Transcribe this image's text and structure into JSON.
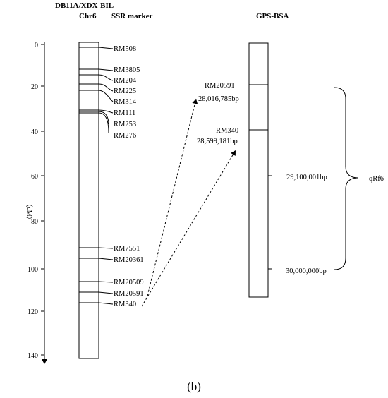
{
  "headers": {
    "population": "DB11A/XDX-BIL",
    "chromosome": "Chr6",
    "marker_col": "SSR marker",
    "gpsbsa": "GPS-BSA"
  },
  "axis": {
    "label": "（cM）",
    "ticks": [
      "0",
      "20",
      "40",
      "60",
      "80",
      "100",
      "120",
      "140"
    ]
  },
  "ssr_markers": [
    {
      "name": "RM508"
    },
    {
      "name": "RM3805"
    },
    {
      "name": "RM204"
    },
    {
      "name": "RM225"
    },
    {
      "name": "RM314"
    },
    {
      "name": "RM111"
    },
    {
      "name": "RM253"
    },
    {
      "name": "RM276"
    },
    {
      "name": "RM7551"
    },
    {
      "name": "RM20361"
    },
    {
      "name": "RM20509"
    },
    {
      "name": "RM20591"
    },
    {
      "name": "RM340"
    }
  ],
  "gps_markers": [
    {
      "name": "RM20591",
      "pos": "28,016,785bp"
    },
    {
      "name": "RM340",
      "pos": "28,599,181bp"
    }
  ],
  "gps_positions": [
    "29,100,001bp",
    "30,000,000bp"
  ],
  "qtl": "qRf6",
  "caption": "(b)"
}
